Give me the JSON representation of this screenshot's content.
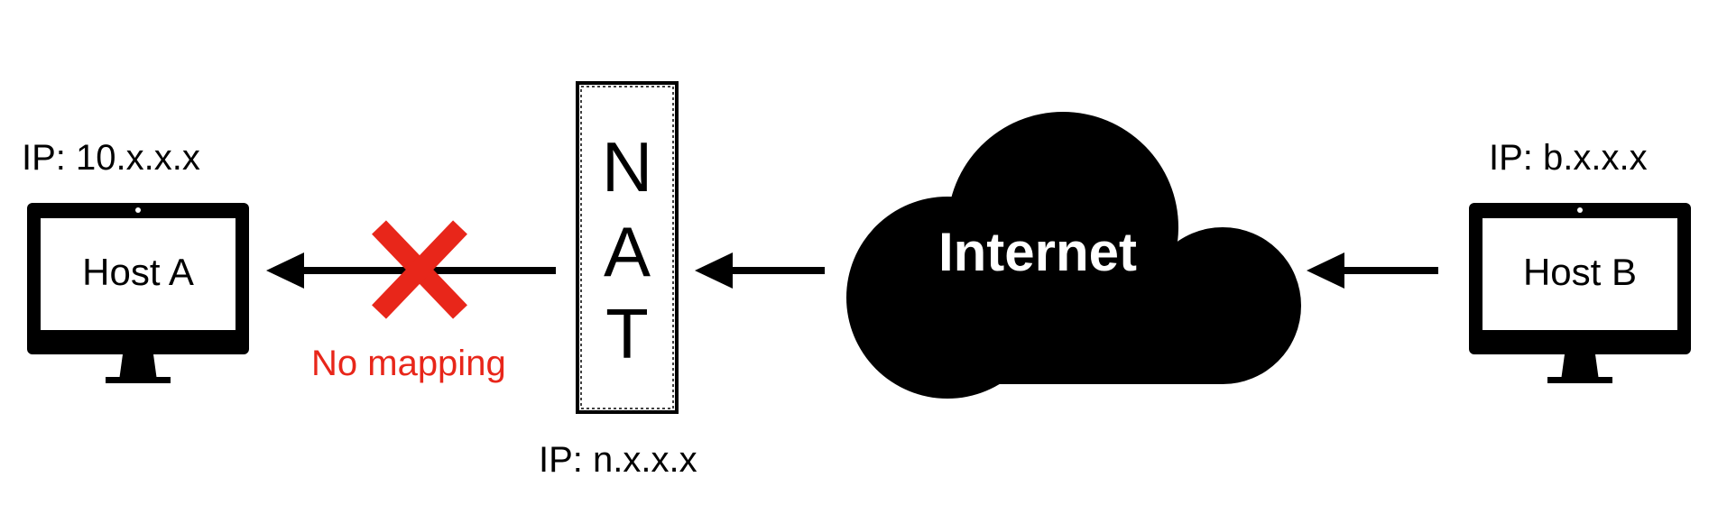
{
  "host_a": {
    "label": "Host A",
    "ip": "IP: 10.x.x.x"
  },
  "host_b": {
    "label": "Host B",
    "ip": "IP: b.x.x.x"
  },
  "nat": {
    "letters": [
      "N",
      "A",
      "T"
    ],
    "ip": "IP: n.x.x.x"
  },
  "internet": {
    "label": "Internet"
  },
  "blocked": {
    "label": "No mapping"
  },
  "colors": {
    "foreground": "#000000",
    "blocked": "#e8261a",
    "background": "#ffffff"
  }
}
